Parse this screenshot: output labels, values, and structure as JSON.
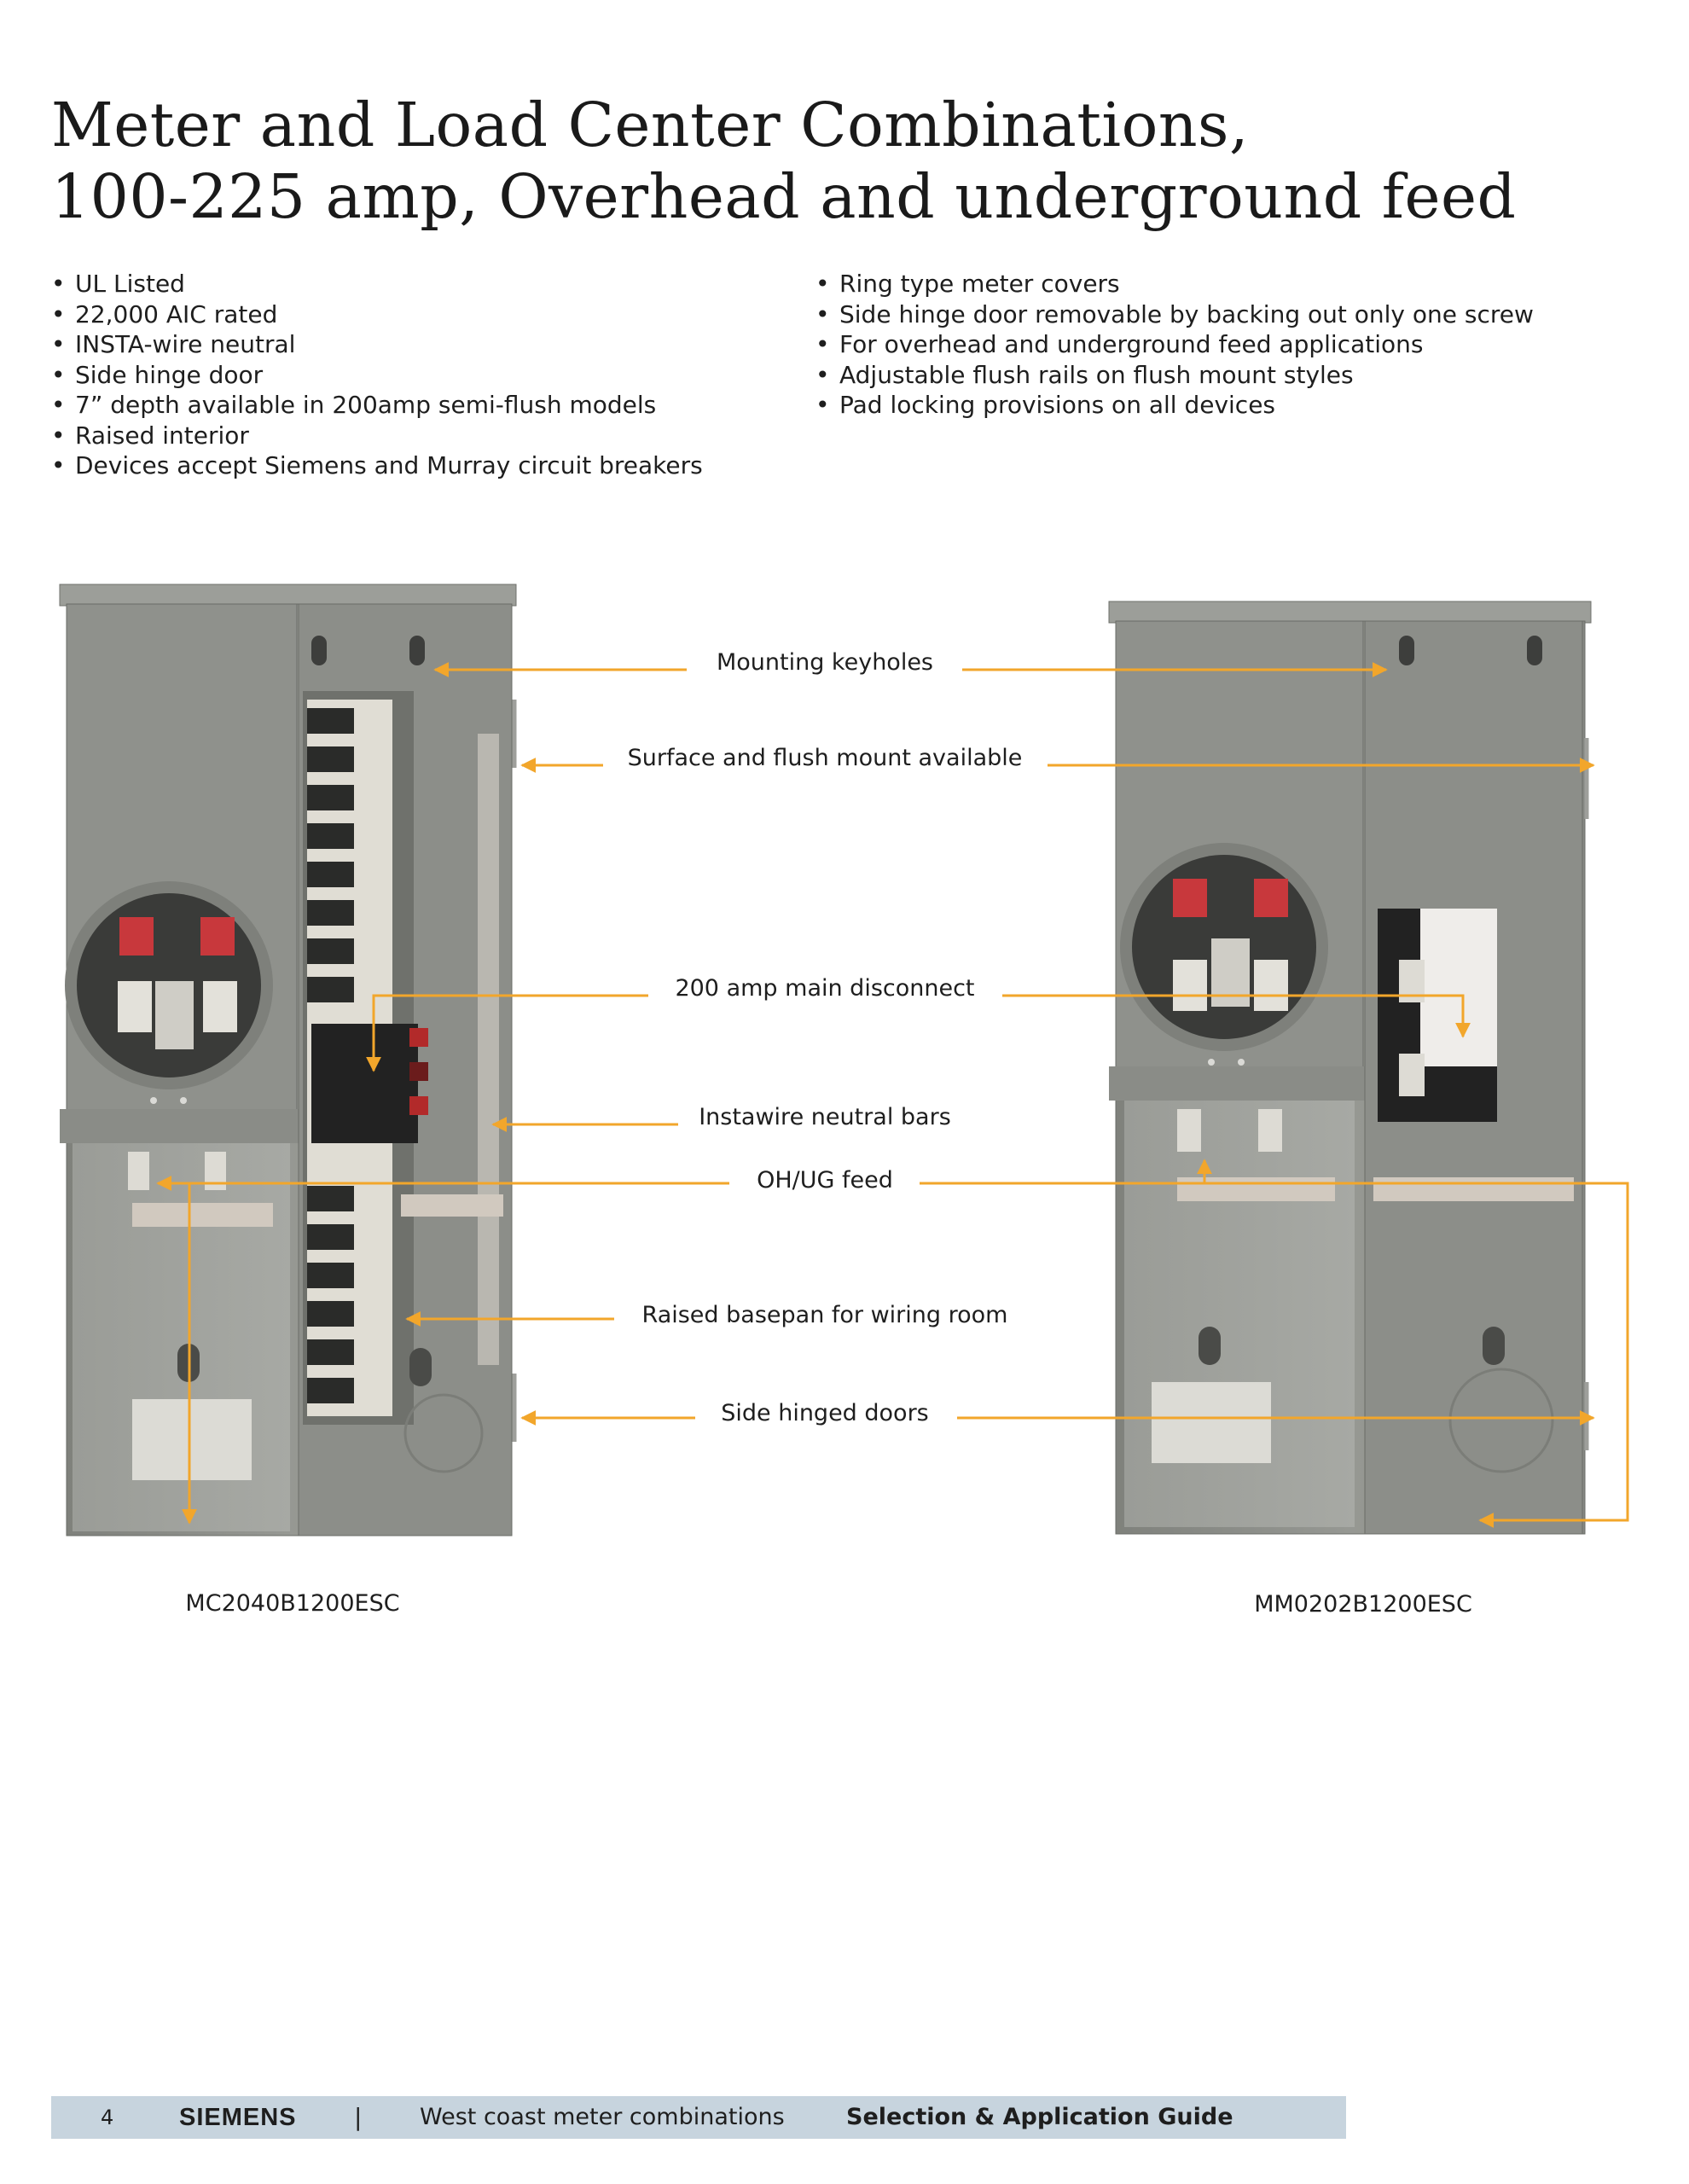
{
  "page": {
    "title_line1": "Meter and Load Center Combinations,",
    "title_line2": "100-225 amp, Overhead and underground feed"
  },
  "features_left": [
    "UL Listed",
    "22,000 AIC rated",
    "INSTA-wire neutral",
    "Side hinge door",
    "7” depth available in 200amp semi-flush models",
    "Raised interior",
    "Devices accept Siemens and Murray circuit breakers"
  ],
  "features_right": [
    "Ring type meter covers",
    "Side hinge door removable by backing out only one screw",
    "For overhead and underground feed applications",
    "Adjustable flush rails on flush mount styles",
    "Pad locking provisions on all devices"
  ],
  "figure": {
    "callouts": [
      "Mounting keyholes",
      "Surface and flush mount available",
      "200 amp main disconnect",
      "Instawire neutral bars",
      "OH/UG feed",
      "Raised basepan for wiring room",
      "Side hinged doors"
    ],
    "models": [
      "MC2040B1200ESC",
      "MM0202B1200ESC"
    ],
    "arrow_color": "#f2a62b",
    "panel_color": "#8d8f8a"
  },
  "footer": {
    "page_number": "4",
    "brand": "SIEMENS",
    "separator": "|",
    "doc_title": "West coast meter combinations",
    "guide": "Selection & Application Guide",
    "bar_color": "#c7d4de"
  }
}
